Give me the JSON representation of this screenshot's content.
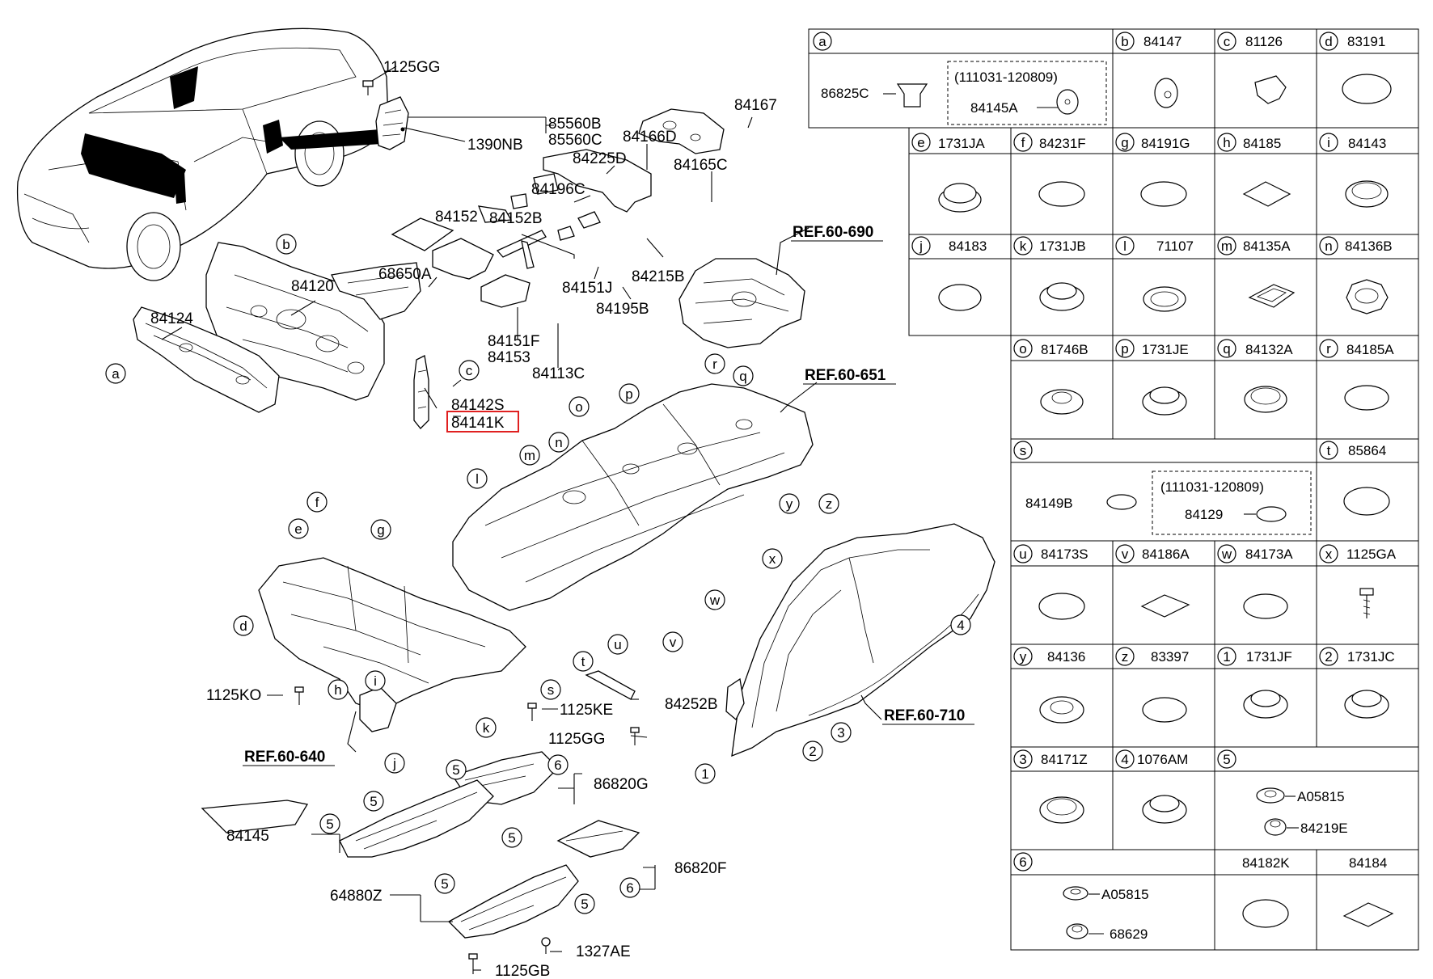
{
  "callouts": {
    "c1125GG_top": "1125GG",
    "c85560B": "85560B",
    "c85560C": "85560C",
    "c1390NB": "1390NB",
    "c84167": "84167",
    "c84166D": "84166D",
    "c84225D": "84225D",
    "c84165C": "84165C",
    "c84196C": "84196C",
    "c84152": "84152",
    "c84152B": "84152B",
    "c84215B": "84215B",
    "c68650A": "68650A",
    "c84120": "84120",
    "c84151J": "84151J",
    "c84195B": "84195B",
    "c84124": "84124",
    "c84151F": "84151F",
    "c84153": "84153",
    "c84113C": "84113C",
    "c84142S": "84142S",
    "c84141K": "84141K",
    "c1125KO": "1125KO",
    "c1125KE": "1125KE",
    "c84252B": "84252B",
    "c1125GG_mid": "1125GG",
    "c86820G": "86820G",
    "c84145": "84145",
    "c86820F": "86820F",
    "c64880Z": "64880Z",
    "c1327AE": "1327AE",
    "c1125GB": "1125GB",
    "ref690": "REF.60-690",
    "ref651": "REF.60-651",
    "ref640": "REF.60-640",
    "ref710": "REF.60-710"
  },
  "letters": {
    "a": "a",
    "b": "b",
    "c": "c",
    "d": "d",
    "e": "e",
    "f": "f",
    "g": "g",
    "h": "h",
    "i": "i",
    "j": "j",
    "k": "k",
    "l": "l",
    "m": "m",
    "n": "n",
    "o": "o",
    "p": "p",
    "q": "q",
    "r": "r",
    "s": "s",
    "t": "t",
    "u": "u",
    "v": "v",
    "w": "w",
    "x": "x",
    "y": "y",
    "z": "z",
    "n1": "1",
    "n2": "2",
    "n3": "3",
    "n4": "4",
    "n5": "5",
    "n6": "6"
  },
  "legend": {
    "a_key": "a",
    "a_part1": "86825C",
    "a_range": "(111031-120809)",
    "a_part2": "84145A",
    "b_key": "b",
    "b_part": "84147",
    "c_key": "c",
    "c_part": "81126",
    "d_key": "d",
    "d_part": "83191",
    "e_key": "e",
    "e_part": "1731JA",
    "f_key": "f",
    "f_part": "84231F",
    "g_key": "g",
    "g_part": "84191G",
    "h_key": "h",
    "h_part": "84185",
    "i_key": "i",
    "i_part": "84143",
    "j_key": "j",
    "j_part": "84183",
    "k_key": "k",
    "k_part": "1731JB",
    "l_key": "l",
    "l_part": "71107",
    "m_key": "m",
    "m_part": "84135A",
    "n_key": "n",
    "n_part": "84136B",
    "o_key": "o",
    "o_part": "81746B",
    "p_key": "p",
    "p_part": "1731JE",
    "q_key": "q",
    "q_part": "84132A",
    "r_key": "r",
    "r_part": "84185A",
    "s_key": "s",
    "s_part1": "84149B",
    "s_range": "(111031-120809)",
    "s_part2": "84129",
    "t_key": "t",
    "t_part": "85864",
    "u_key": "u",
    "u_part": "84173S",
    "v_key": "v",
    "v_part": "84186A",
    "w_key": "w",
    "w_part": "84173A",
    "x_key": "x",
    "x_part": "1125GA",
    "y_key": "y",
    "y_part": "84136",
    "z_key": "z",
    "z_part": "83397",
    "k1_key": "1",
    "k1_part": "1731JF",
    "k2_key": "2",
    "k2_part": "1731JC",
    "k3_key": "3",
    "k3_part": "84171Z",
    "k4_key": "4",
    "k4_part": "1076AM",
    "k5_key": "5",
    "k5_part1": "A05815",
    "k5_part2": "84219E",
    "k6_key": "6",
    "k6_part1": "A05815",
    "k6_part2": "68629",
    "extra1_part": "84182K",
    "extra2_part": "84184"
  }
}
